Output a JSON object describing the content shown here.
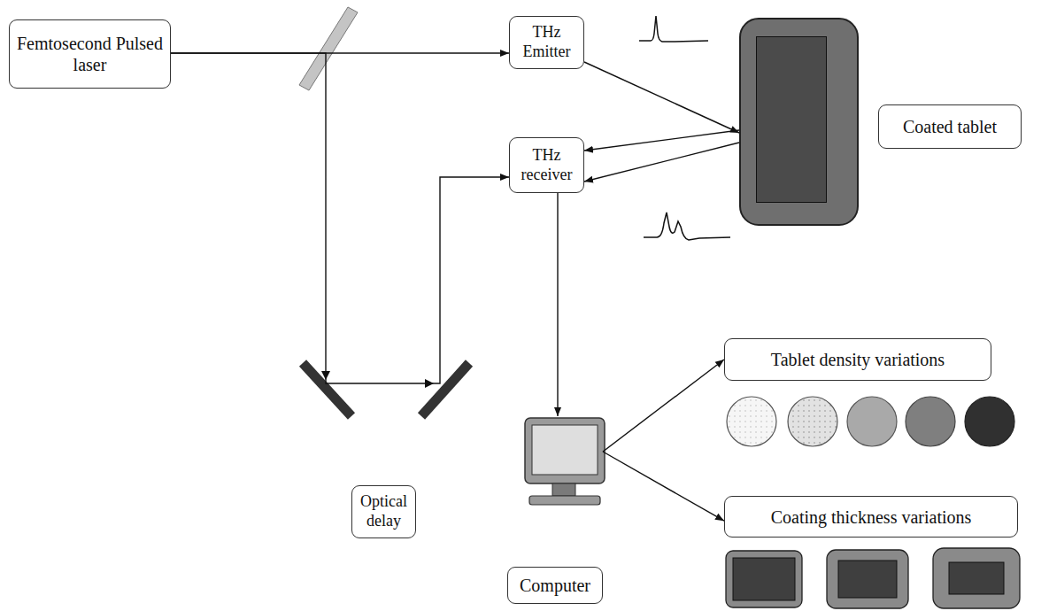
{
  "diagram": {
    "nodes": [
      {
        "text": [
          "Femtosecond Pulsed laser"
        ]
      },
      {
        "text": [
          "THz Emitter"
        ]
      },
      {
        "text": [
          "Coated tablet"
        ]
      },
      {
        "text": [
          "THz receiver"
        ]
      },
      {
        "text": [
          "Optical delay"
        ]
      },
      {
        "text": [
          "Computer"
        ]
      },
      {
        "text": [
          "Tablet density variations"
        ]
      },
      {
        "text": [
          "Coating thickness variations"
        ]
      }
    ],
    "edges": [
      {
        "from": 0,
        "to": 1,
        "arrow": "to"
      },
      {
        "from": 0,
        "to": 3,
        "arrow": "to"
      },
      {
        "from": 1,
        "to": 2,
        "arrow": "to"
      },
      {
        "from": 2,
        "to": 3,
        "arrow": "to"
      },
      {
        "from": 2,
        "to": 3,
        "arrow": "to"
      },
      {
        "from": 3,
        "to": 5,
        "arrow": "to"
      },
      {
        "from": 5,
        "to": 6,
        "arrow": "to"
      },
      {
        "from": 5,
        "to": 7,
        "arrow": "to"
      }
    ]
  }
}
